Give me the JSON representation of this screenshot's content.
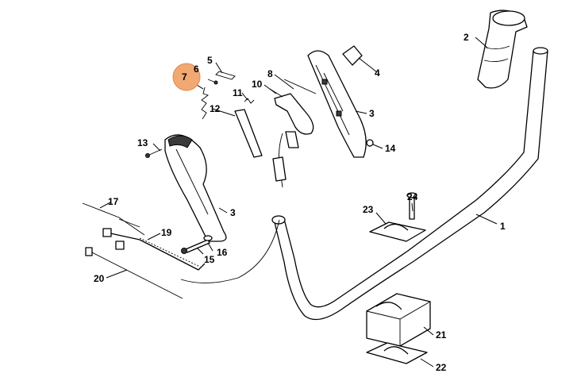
{
  "diagram": {
    "highlight_color": "#f2a872",
    "highlighted_label": "7",
    "labels": {
      "p1": "1",
      "p2": "2",
      "p3a": "3",
      "p3b": "3",
      "p4": "4",
      "p5": "5",
      "p6": "6",
      "p7": "7",
      "p8": "8",
      "p10": "10",
      "p11": "11",
      "p12": "12",
      "p13": "13",
      "p14": "14",
      "p15": "15",
      "p16": "16",
      "p17": "17",
      "p19": "19",
      "p20": "20",
      "p21": "21",
      "p22": "22",
      "p23": "23",
      "p24": "24"
    }
  }
}
